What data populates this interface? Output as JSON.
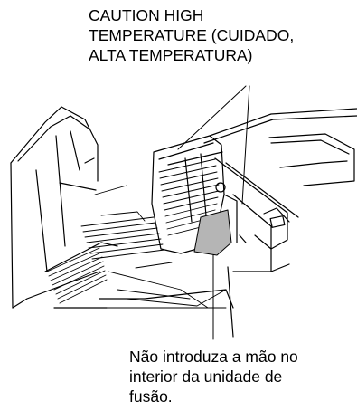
{
  "caution_label": {
    "lines": [
      "CAUTION HIGH",
      "TEMPERATURE (CUIDADO,",
      "ALTA TEMPERATURA)"
    ]
  },
  "warning_label": {
    "lines": [
      "Não introduza a mão no",
      "interior da unidade de",
      "fusão."
    ]
  },
  "colors": {
    "line": "#000000",
    "hot_zone_fill": "#b5b5b5",
    "paper": "#ffffff"
  }
}
